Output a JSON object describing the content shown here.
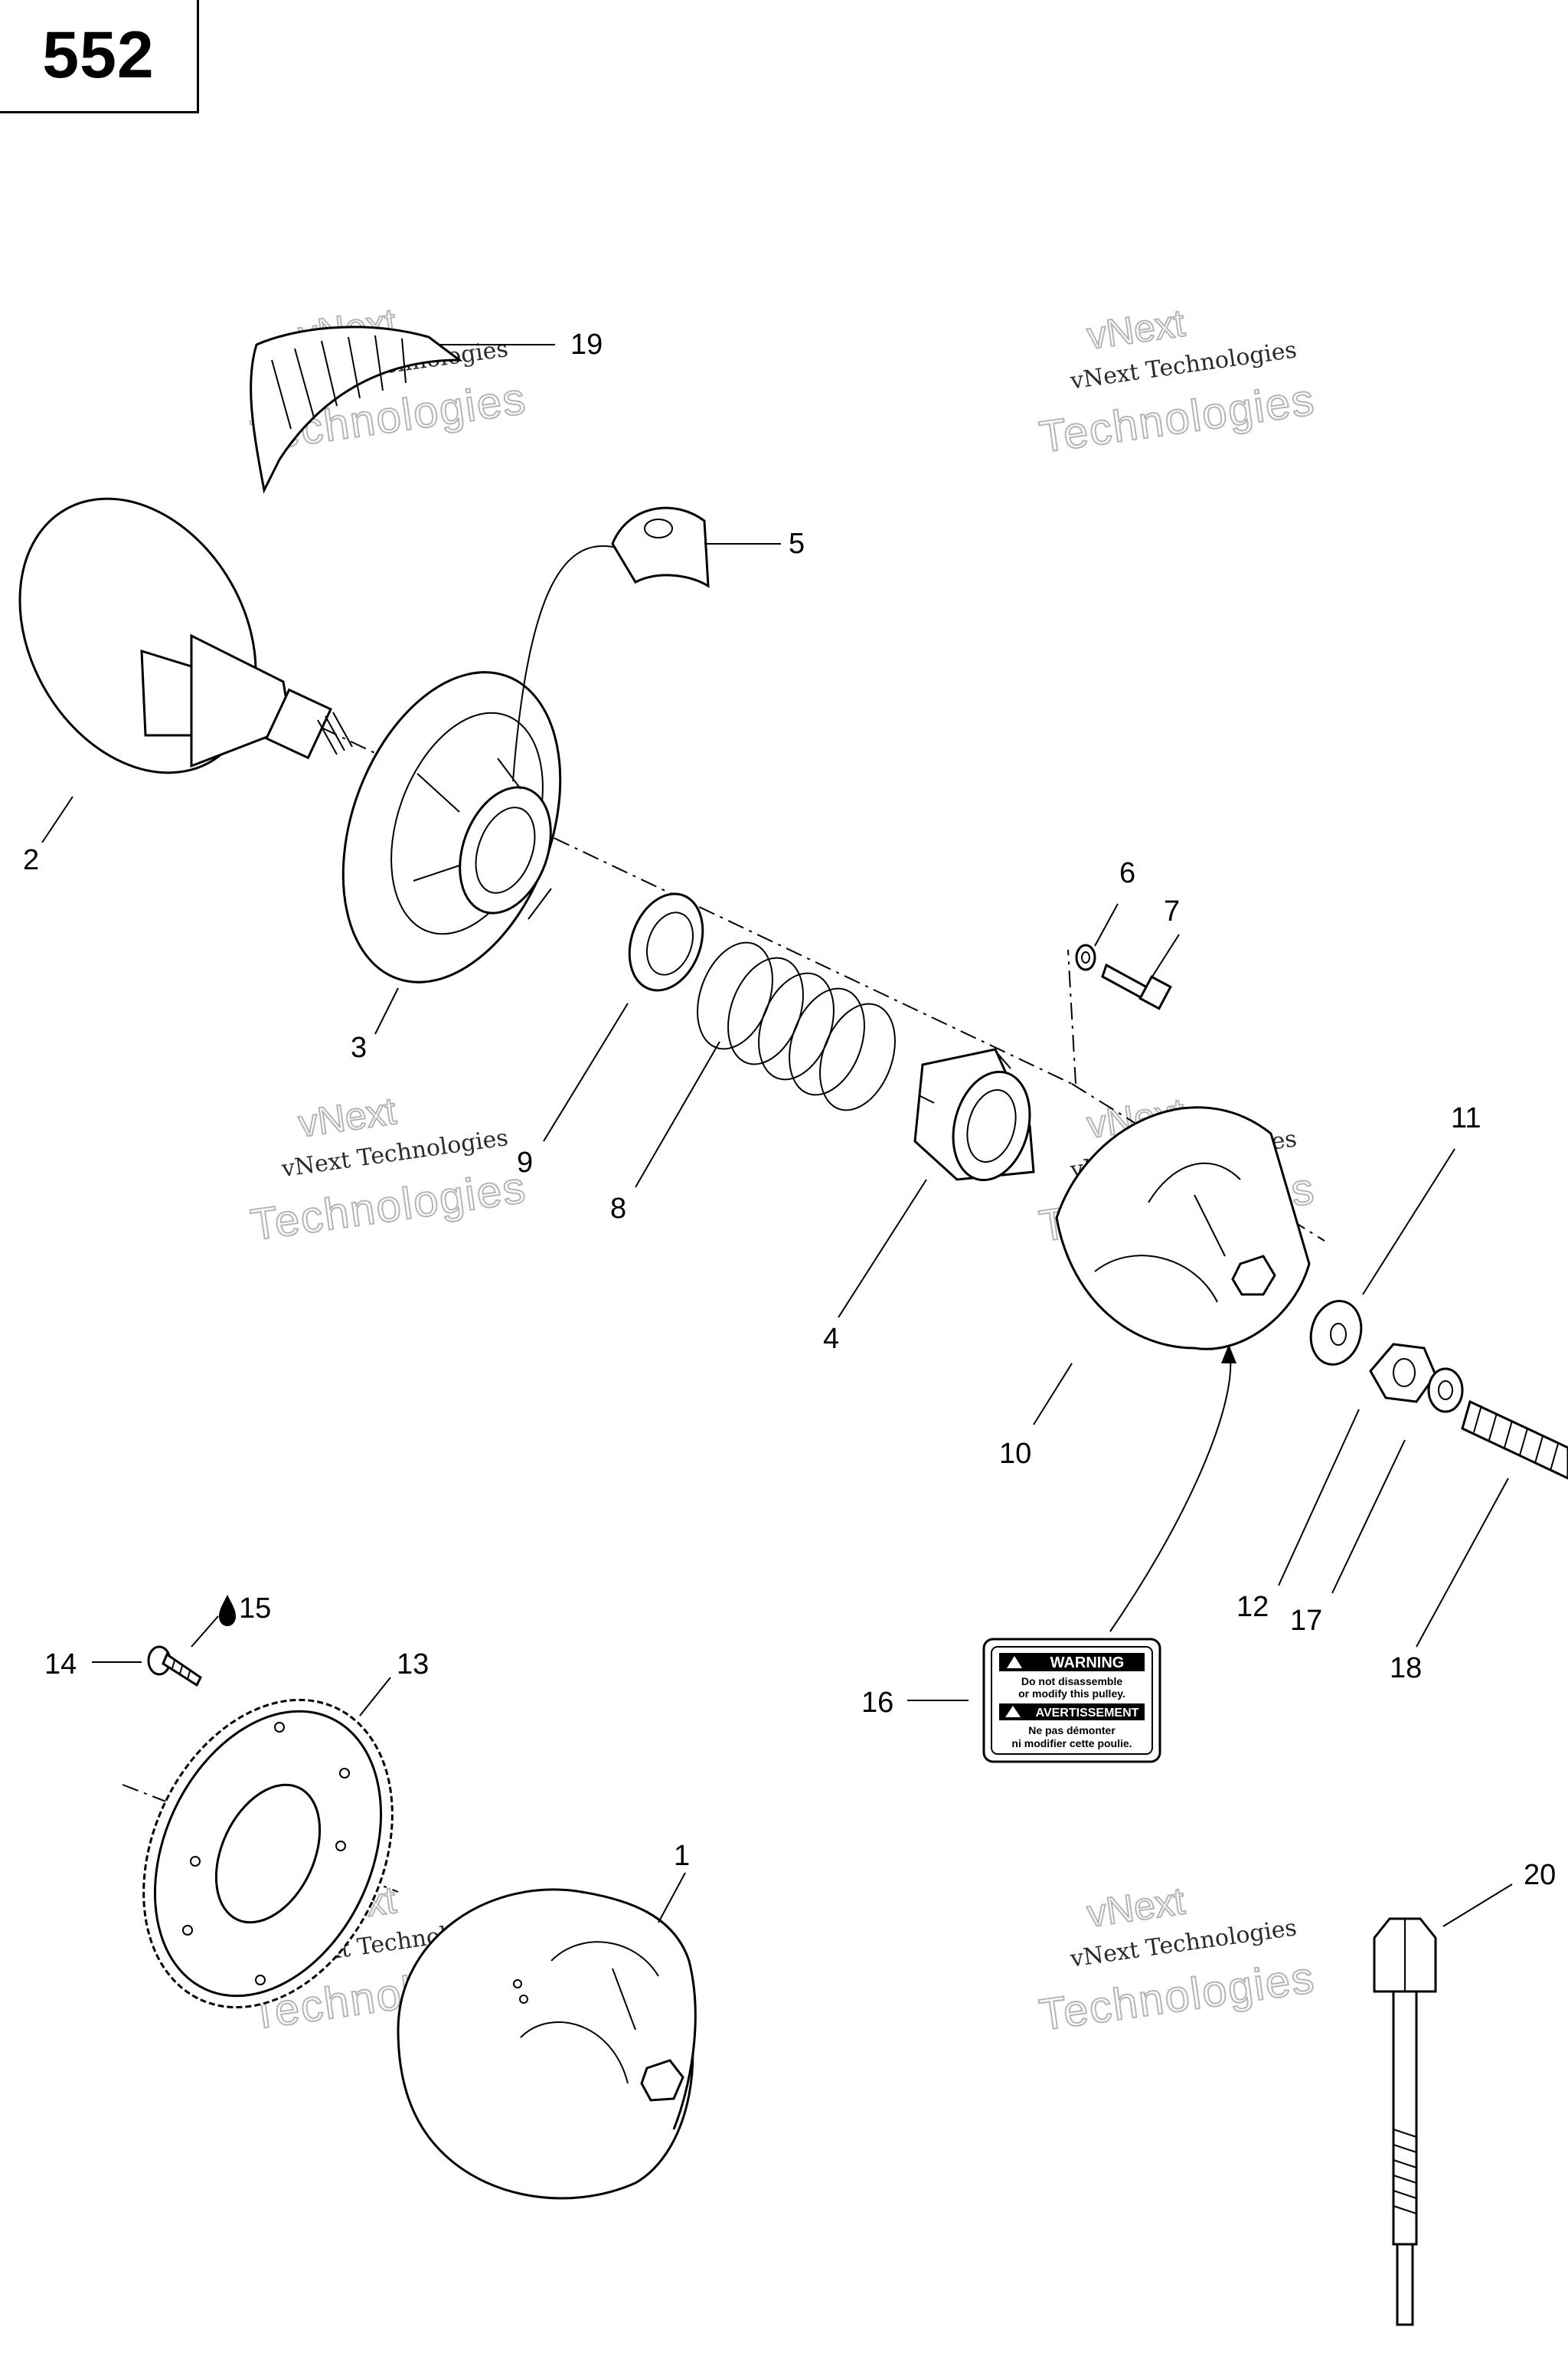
{
  "page_number": "552",
  "callouts": [
    "1",
    "2",
    "3",
    "4",
    "5",
    "6",
    "7",
    "8",
    "9",
    "10",
    "11",
    "12",
    "13",
    "14",
    "15",
    "16",
    "17",
    "18",
    "19",
    "20"
  ],
  "watermark": {
    "line1": "vNext Technologies",
    "line0": "vNext",
    "line2": "Technologies"
  },
  "warning_label": {
    "header_en": "WARNING",
    "body_en_1": "Do not disassemble",
    "body_en_2": "or modify this pulley.",
    "header_fr": "AVERTISSEMENT",
    "body_fr_1": "Ne pas démonter",
    "body_fr_2": "ni modifier cette poulie."
  },
  "icons": {
    "oil_drop": "oil-drop-icon",
    "warning_triangle": "warning-triangle-icon"
  }
}
